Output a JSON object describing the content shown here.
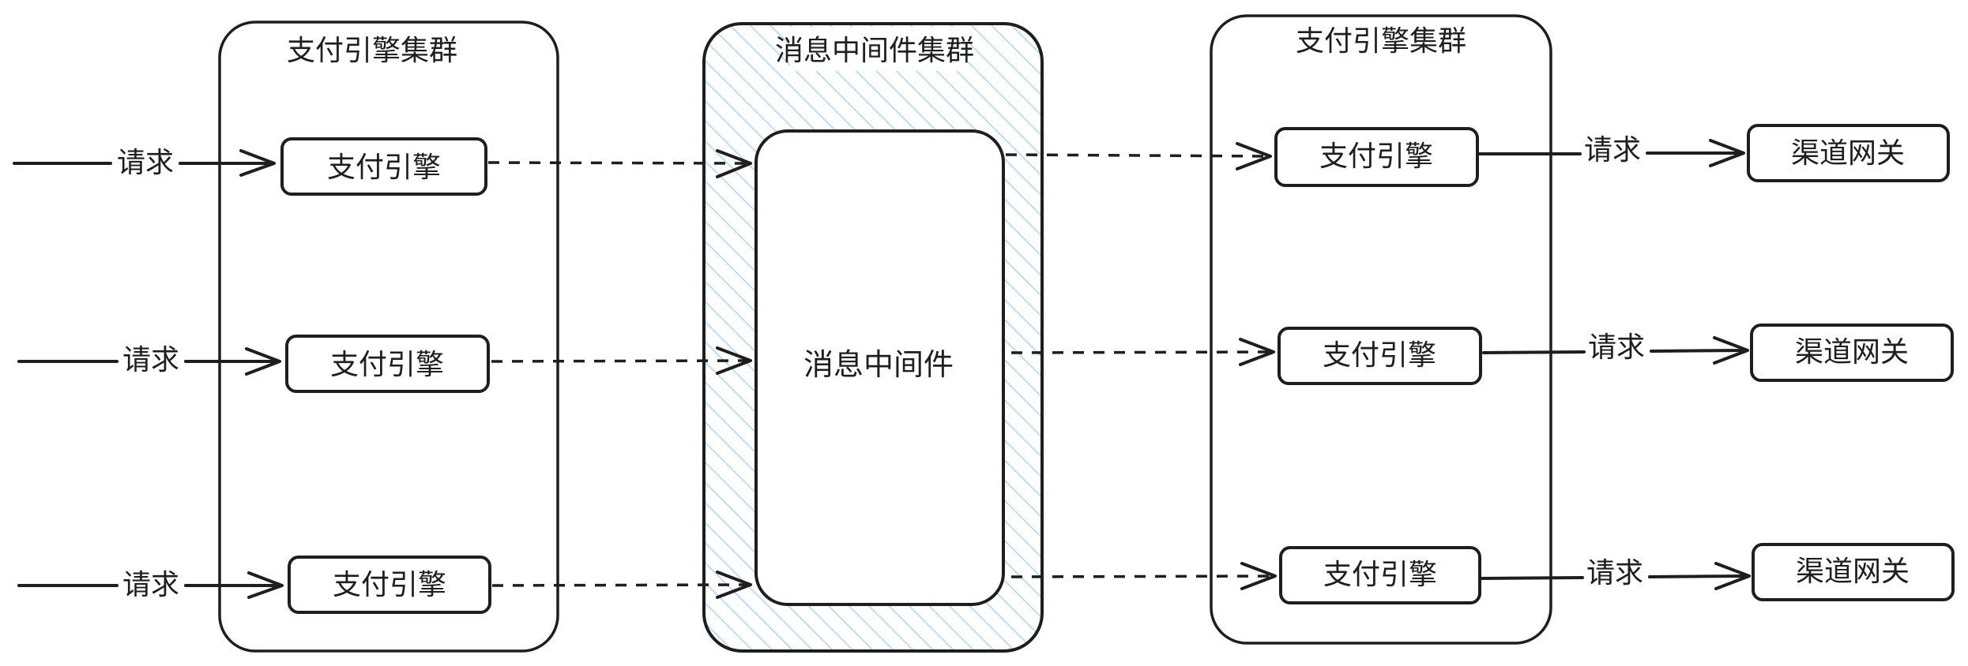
{
  "clusters": {
    "left_title": "支付引擎集群",
    "middle_title": "消息中间件集群",
    "right_title": "支付引擎集群"
  },
  "middleware": {
    "label": "消息中间件"
  },
  "left_engines": [
    "支付引擎",
    "支付引擎",
    "支付引擎"
  ],
  "right_engines": [
    "支付引擎",
    "支付引擎",
    "支付引擎"
  ],
  "gateways": [
    "渠道网关",
    "渠道网关",
    "渠道网关"
  ],
  "incoming_labels": [
    "请求",
    "请求",
    "请求"
  ],
  "outgoing_labels": [
    "请求",
    "请求",
    "请求"
  ],
  "colors": {
    "stroke": "#1e1e1e",
    "hatch": "#a5d8ff",
    "background": "#ffffff"
  }
}
